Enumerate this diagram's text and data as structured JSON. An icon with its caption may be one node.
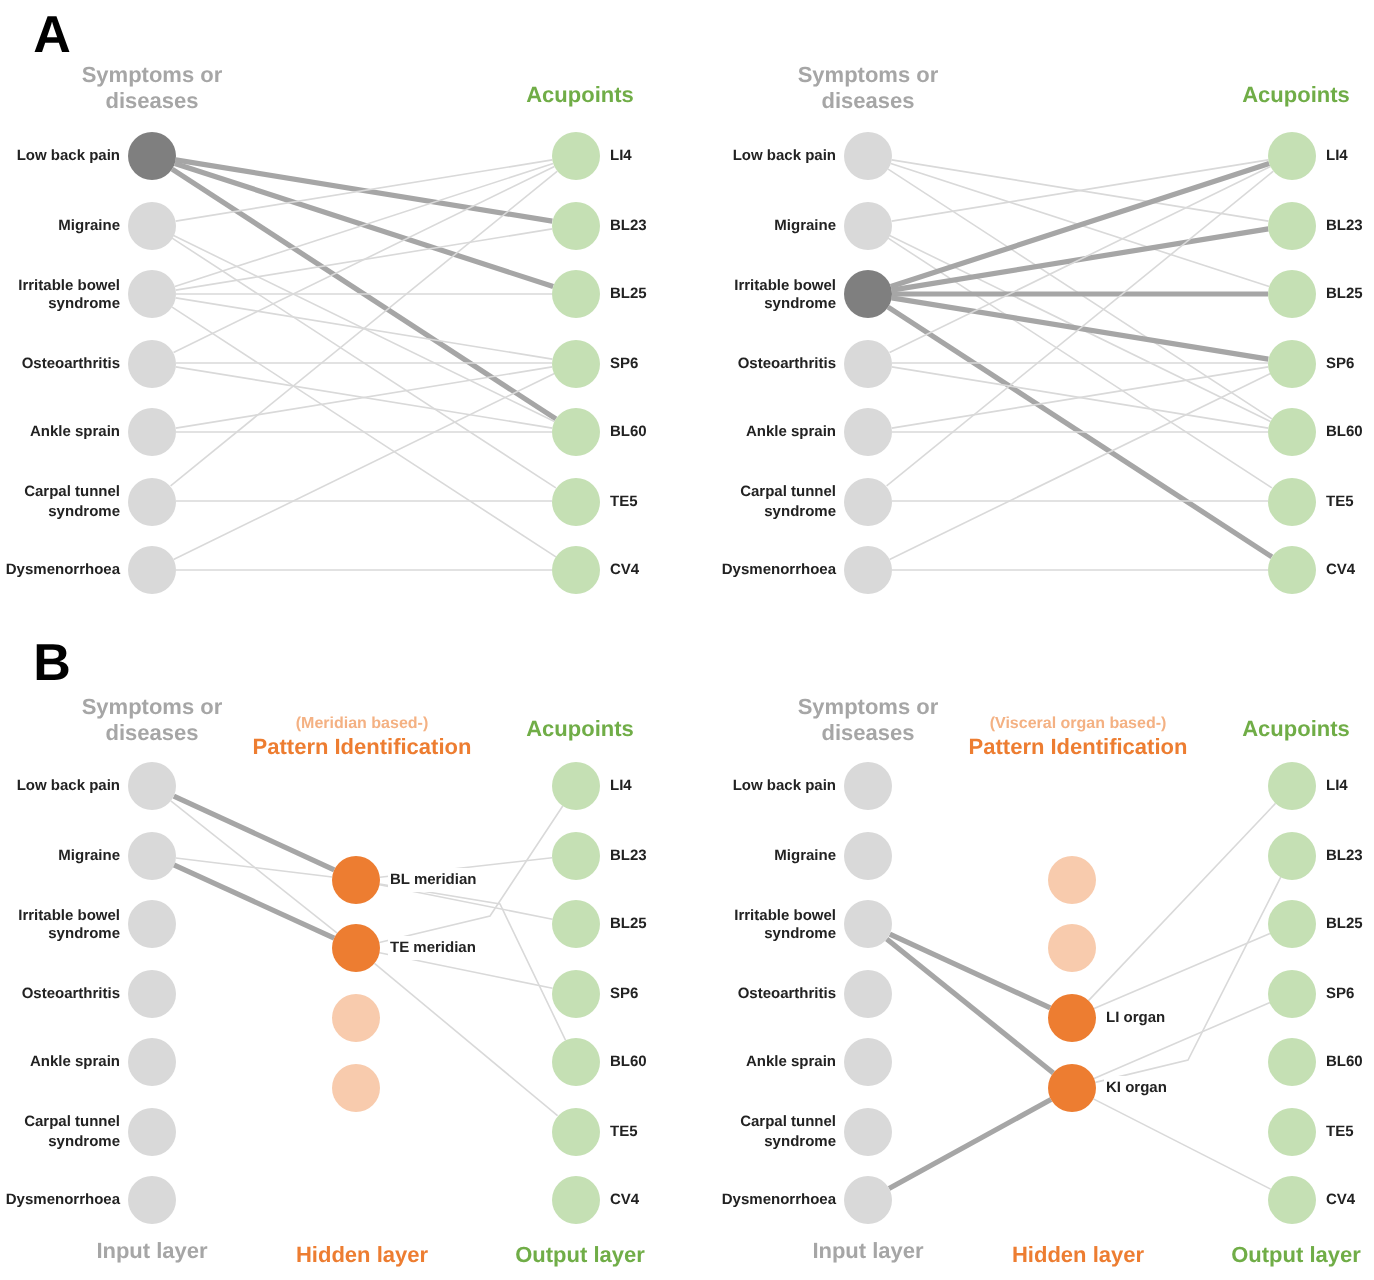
{
  "diagram": {
    "nodes": [
      {
        "text": [
          "Low back pain"
        ]
      },
      {
        "text": [
          "Migraine"
        ]
      },
      {
        "text": [
          "Irritable bowel syndrome"
        ]
      },
      {
        "text": [
          "Osteoarthritis"
        ]
      },
      {
        "text": [
          "Ankle sprain"
        ]
      },
      {
        "text": [
          "Carpal tunnel syndrome"
        ]
      },
      {
        "text": [
          "Dysmenorrhoea"
        ]
      },
      {
        "text": [
          "LI4"
        ]
      },
      {
        "text": [
          "BL23"
        ]
      },
      {
        "text": [
          "BL25"
        ]
      },
      {
        "text": [
          "SP6"
        ]
      },
      {
        "text": [
          "BL60"
        ]
      },
      {
        "text": [
          "TE5"
        ]
      },
      {
        "text": [
          "CV4"
        ]
      },
      {
        "text": [
          "Low back pain"
        ]
      },
      {
        "text": [
          "Migraine"
        ]
      },
      {
        "text": [
          "Irritable bowel syndrome"
        ]
      },
      {
        "text": [
          "Osteoarthritis"
        ]
      },
      {
        "text": [
          "Ankle sprain"
        ]
      },
      {
        "text": [
          "Carpal tunnel syndrome"
        ]
      },
      {
        "text": [
          "Dysmenorrhoea"
        ]
      },
      {
        "text": [
          "LI4"
        ]
      },
      {
        "text": [
          "BL23"
        ]
      },
      {
        "text": [
          "BL25"
        ]
      },
      {
        "text": [
          "SP6"
        ]
      },
      {
        "text": [
          "BL60"
        ]
      },
      {
        "text": [
          "TE5"
        ]
      },
      {
        "text": [
          "CV4"
        ]
      },
      {
        "text": [
          "Low back pain"
        ]
      },
      {
        "text": [
          "Migraine"
        ]
      },
      {
        "text": [
          "Irritable bowel syndrome"
        ]
      },
      {
        "text": [
          "Osteoarthritis"
        ]
      },
      {
        "text": [
          "Ankle sprain"
        ]
      },
      {
        "text": [
          "Carpal tunnel syndrome"
        ]
      },
      {
        "text": [
          "Dysmenorrhoea"
        ]
      },
      {
        "text": [
          "BL meridian"
        ]
      },
      {
        "text": [
          "TE meridian"
        ]
      },
      {
        "text": [],
        "shape": "circle"
      },
      {
        "text": [],
        "shape": "circle"
      },
      {
        "text": [
          "LI4"
        ]
      },
      {
        "text": [
          "BL23"
        ]
      },
      {
        "text": [
          "BL25"
        ]
      },
      {
        "text": [
          "SP6"
        ]
      },
      {
        "text": [
          "BL60"
        ]
      },
      {
        "text": [
          "TE5"
        ]
      },
      {
        "text": [
          "CV4"
        ]
      },
      {
        "text": [
          "Low back pain"
        ]
      },
      {
        "text": [
          "Migraine"
        ]
      },
      {
        "text": [
          "Irritable bowel syndrome"
        ]
      },
      {
        "text": [
          "Osteoarthritis"
        ]
      },
      {
        "text": [
          "Ankle sprain"
        ]
      },
      {
        "text": [
          "Carpal tunnel syndrome"
        ]
      },
      {
        "text": [
          "Dysmenorrhoea"
        ]
      },
      {
        "text": [],
        "shape": "circle"
      },
      {
        "text": [],
        "shape": "circle"
      },
      {
        "text": [
          "LI organ"
        ]
      },
      {
        "text": [
          "KI organ"
        ]
      },
      {
        "text": [
          "LI4"
        ]
      },
      {
        "text": [
          "BL23"
        ]
      },
      {
        "text": [
          "BL25"
        ]
      },
      {
        "text": [
          "SP6"
        ]
      },
      {
        "text": [
          "BL60"
        ]
      },
      {
        "text": [
          "TE5"
        ]
      },
      {
        "text": [
          "CV4"
        ]
      }
    ],
    "edges": [
      {
        "from": 0,
        "to": 8,
        "arrow": "none",
        "style": "thick",
        "color": "#a6a6a6"
      },
      {
        "from": 0,
        "to": 9,
        "arrow": "none",
        "style": "thick",
        "color": "#a6a6a6"
      },
      {
        "from": 0,
        "to": 11,
        "arrow": "none",
        "style": "thick",
        "color": "#a6a6a6"
      },
      {
        "from": 1,
        "to": 7,
        "arrow": "none"
      },
      {
        "from": 1,
        "to": 11,
        "arrow": "none"
      },
      {
        "from": 1,
        "to": 12,
        "arrow": "none"
      },
      {
        "from": 2,
        "to": 7,
        "arrow": "none"
      },
      {
        "from": 2,
        "to": 8,
        "arrow": "none"
      },
      {
        "from": 2,
        "to": 9,
        "arrow": "none"
      },
      {
        "from": 2,
        "to": 10,
        "arrow": "none"
      },
      {
        "from": 2,
        "to": 13,
        "arrow": "none"
      },
      {
        "from": 3,
        "to": 7,
        "arrow": "none"
      },
      {
        "from": 3,
        "to": 10,
        "arrow": "none"
      },
      {
        "from": 3,
        "to": 11,
        "arrow": "none"
      },
      {
        "from": 4,
        "to": 10,
        "arrow": "none"
      },
      {
        "from": 4,
        "to": 11,
        "arrow": "none"
      },
      {
        "from": 5,
        "to": 7,
        "arrow": "none"
      },
      {
        "from": 5,
        "to": 12,
        "arrow": "none"
      },
      {
        "from": 6,
        "to": 10,
        "arrow": "none"
      },
      {
        "from": 6,
        "to": 13,
        "arrow": "none"
      },
      {
        "from": 14,
        "to": 22,
        "arrow": "none"
      },
      {
        "from": 14,
        "to": 23,
        "arrow": "none"
      },
      {
        "from": 14,
        "to": 25,
        "arrow": "none"
      },
      {
        "from": 15,
        "to": 21,
        "arrow": "none"
      },
      {
        "from": 15,
        "to": 25,
        "arrow": "none"
      },
      {
        "from": 15,
        "to": 26,
        "arrow": "none"
      },
      {
        "from": 16,
        "to": 21,
        "arrow": "none",
        "style": "thick",
        "color": "#a6a6a6"
      },
      {
        "from": 16,
        "to": 22,
        "arrow": "none",
        "style": "thick",
        "color": "#a6a6a6"
      },
      {
        "from": 16,
        "to": 23,
        "arrow": "none",
        "style": "thick",
        "color": "#a6a6a6"
      },
      {
        "from": 16,
        "to": 24,
        "arrow": "none",
        "style": "thick",
        "color": "#a6a6a6"
      },
      {
        "from": 16,
        "to": 27,
        "arrow": "none",
        "style": "thick",
        "color": "#a6a6a6"
      },
      {
        "from": 17,
        "to": 21,
        "arrow": "none"
      },
      {
        "from": 17,
        "to": 24,
        "arrow": "none"
      },
      {
        "from": 17,
        "to": 25,
        "arrow": "none"
      },
      {
        "from": 18,
        "to": 24,
        "arrow": "none"
      },
      {
        "from": 18,
        "to": 25,
        "arrow": "none"
      },
      {
        "from": 19,
        "to": 21,
        "arrow": "none"
      },
      {
        "from": 19,
        "to": 26,
        "arrow": "none"
      },
      {
        "from": 20,
        "to": 24,
        "arrow": "none"
      },
      {
        "from": 20,
        "to": 27,
        "arrow": "none"
      },
      {
        "from": 28,
        "to": 35,
        "arrow": "none",
        "style": "thick",
        "color": "#a6a6a6"
      },
      {
        "from": 28,
        "to": 36,
        "arrow": "none"
      },
      {
        "from": 29,
        "to": 35,
        "arrow": "none"
      },
      {
        "from": 29,
        "to": 36,
        "arrow": "none",
        "style": "thick",
        "color": "#a6a6a6"
      },
      {
        "from": 35,
        "to": 40,
        "arrow": "none"
      },
      {
        "from": 35,
        "to": 41,
        "arrow": "none"
      },
      {
        "from": 35,
        "to": 43,
        "arrow": "none"
      },
      {
        "from": 36,
        "to": 39,
        "arrow": "none"
      },
      {
        "from": 36,
        "to": 42,
        "arrow": "none"
      },
      {
        "from": 36,
        "to": 44,
        "arrow": "none"
      },
      {
        "from": 48,
        "to": 55,
        "arrow": "none",
        "style": "thick",
        "color": "#a6a6a6"
      },
      {
        "from": 48,
        "to": 56,
        "arrow": "none",
        "style": "thick",
        "color": "#a6a6a6"
      },
      {
        "from": 52,
        "to": 56,
        "arrow": "none",
        "style": "thick",
        "color": "#a6a6a6"
      },
      {
        "from": 55,
        "to": 57,
        "arrow": "none"
      },
      {
        "from": 55,
        "to": 59,
        "arrow": "none"
      },
      {
        "from": 56,
        "to": 58,
        "arrow": "none"
      },
      {
        "from": 56,
        "to": 60,
        "arrow": "none"
      },
      {
        "from": 56,
        "to": 63,
        "arrow": "none"
      }
    ],
    "labels": [
      "A",
      "Symptoms or diseases",
      "Acupoints",
      "Symptoms or diseases",
      "Acupoints",
      "B",
      "Symptoms or diseases",
      "(Meridian based-)",
      "Pattern Identification",
      "Acupoints",
      "Symptoms or diseases",
      "(Visceral organ based-)",
      "Pattern Identification",
      "Acupoints",
      "Input layer",
      "Hidden layer",
      "Output layer",
      "Input layer",
      "Hidden layer",
      "Output layer"
    ]
  }
}
